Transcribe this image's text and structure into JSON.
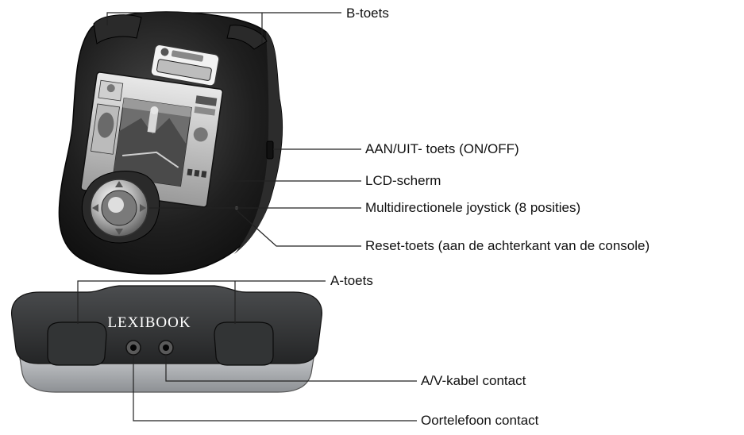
{
  "labels": {
    "b_button": "B-toets",
    "power_button": "AAN/UIT- toets (ON/OFF)",
    "lcd_screen": "LCD-scherm",
    "joystick": "Multidirectionele joystick (8 posities)",
    "reset_button": "Reset-toets (aan de achterkant van de console)",
    "a_button": "A-toets",
    "av_cable": "A/V-kabel contact",
    "earphone": "Oortelefoon contact"
  },
  "device": {
    "brand": "LEXIBOOK"
  },
  "colors": {
    "console_body": "#1c1c1c",
    "console_shade": "#3a3a3a",
    "silver": "#d9dbdd",
    "leader_line": "#222222",
    "screen_frame": "#cfcfcf"
  }
}
